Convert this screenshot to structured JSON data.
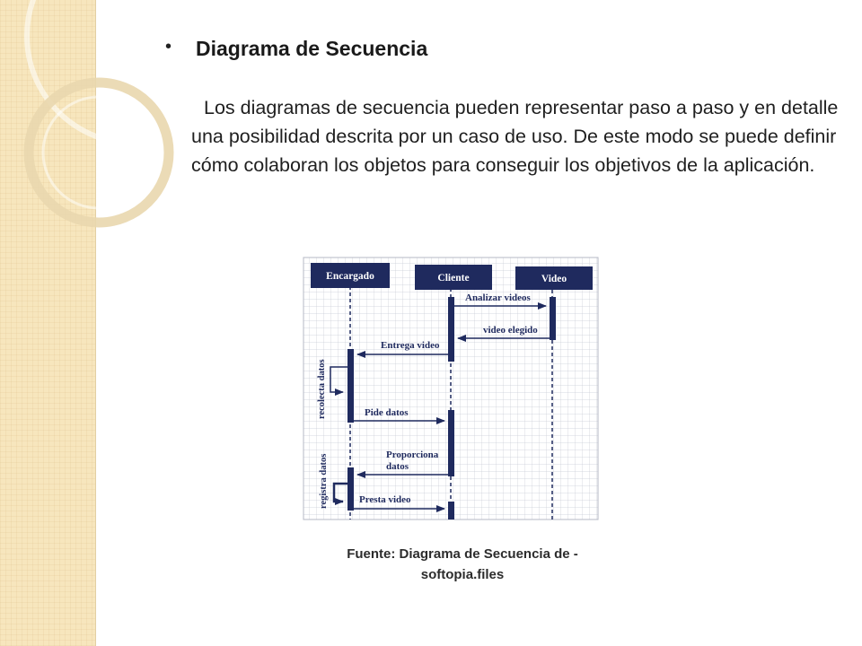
{
  "slide": {
    "bullet": "•",
    "heading": "Diagrama de Secuencia",
    "paragraph": "Los diagramas de secuencia pueden representar paso a paso y en detalle una posibilidad descrita por un caso de uso. De este modo se puede definir cómo colaboran los objetos para conseguir los objetivos de la aplicación.",
    "caption_line1": "Fuente: Diagrama de Secuencia de -",
    "caption_line2": "softopia.files"
  },
  "diagram": {
    "actors": [
      "Encargado",
      "Cliente",
      "Video"
    ],
    "messages": {
      "analizar": "Analizar videos",
      "elegido": "video elegido",
      "entrega": "Entrega video",
      "pide": "Pide datos",
      "proporciona_1": "Proporciona",
      "proporciona_2": "datos",
      "presta": "Presta video"
    },
    "side_labels": {
      "recolecta": "recolecta datos",
      "registra": "registra datos"
    },
    "colors": {
      "navy": "#1f2a5e",
      "grid": "#c9ccd6",
      "band": "#f7e6bd"
    }
  }
}
